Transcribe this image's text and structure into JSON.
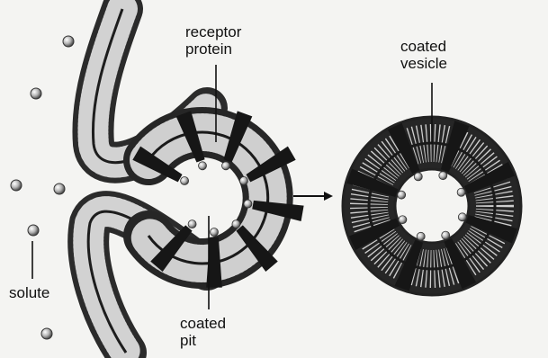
{
  "labels": {
    "receptor_protein": [
      "receptor",
      "protein"
    ],
    "coated_vesicle": [
      "coated",
      "vesicle"
    ],
    "solute": "solute",
    "coated_pit": [
      "coated",
      "pit"
    ]
  },
  "colors": {
    "background": "#f4f4f2",
    "membrane_head": "#2a2a2a",
    "membrane_tail": "#bdbdbd",
    "receptor": "#151515",
    "solute_particle": "#9a9a9a",
    "text": "#111111"
  }
}
